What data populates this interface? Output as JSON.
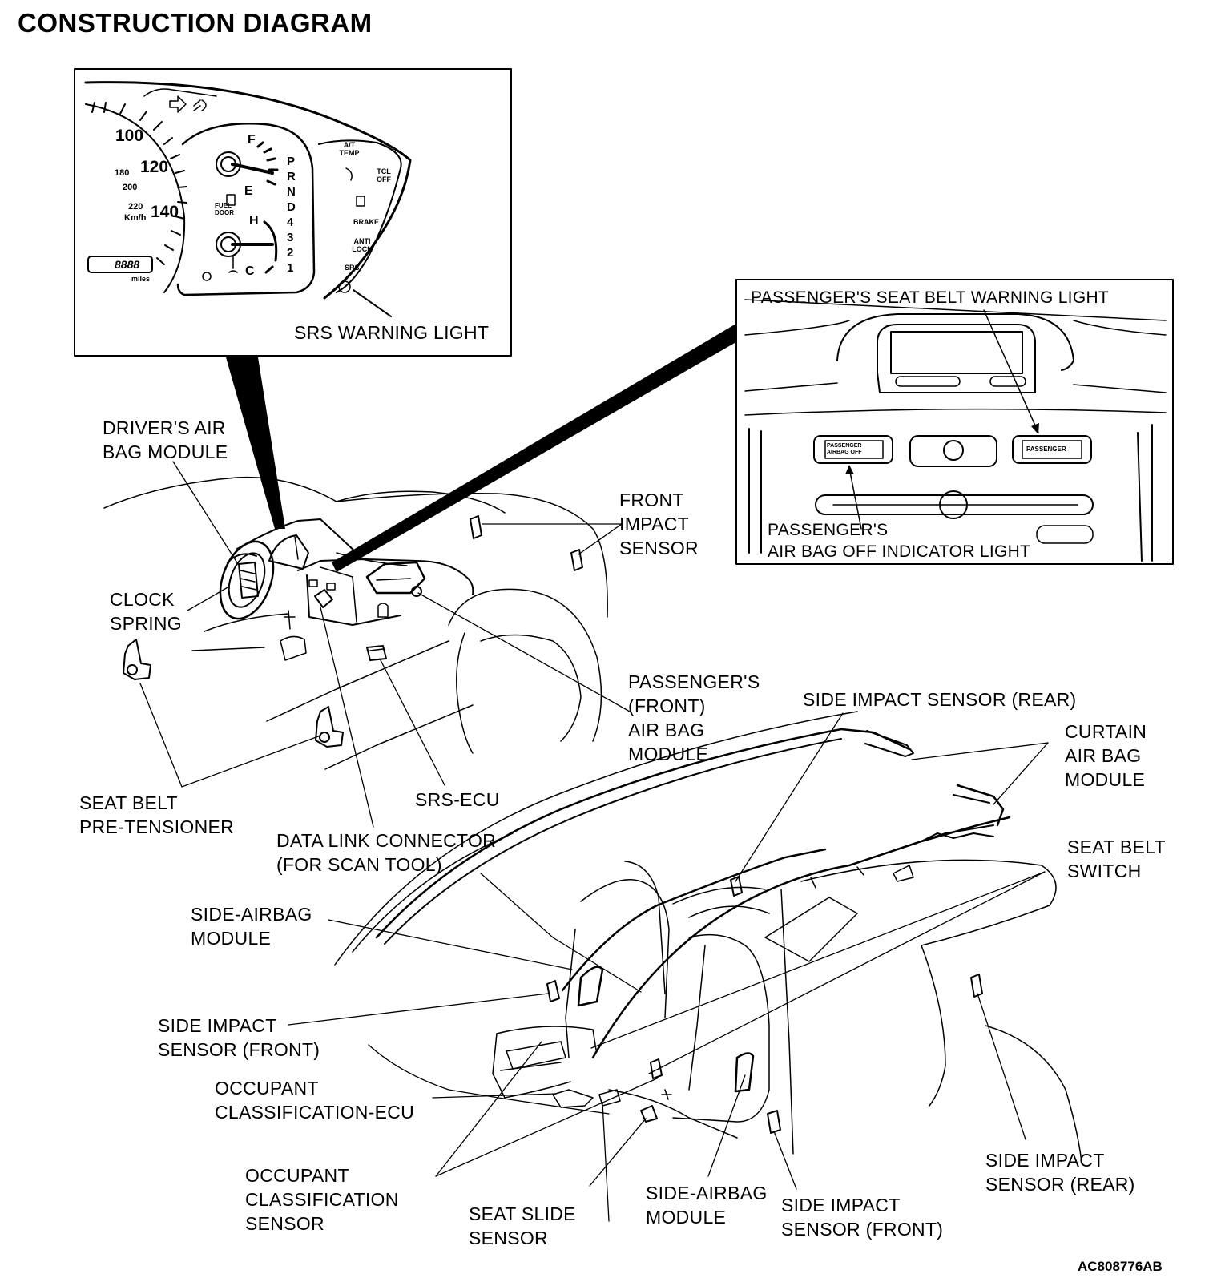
{
  "title": "CONSTRUCTION DIAGRAM",
  "figure_code": "AC808776AB",
  "cluster": {
    "speed_marks": [
      "100",
      "120",
      "140"
    ],
    "kmh_marks": [
      "180",
      "200",
      "220"
    ],
    "kmh_unit": "Km/h",
    "odometer": "8888",
    "odometer_unit": "miles",
    "fuel_marks": [
      "F",
      "E"
    ],
    "fuel_door": "FUEL DOOR",
    "temp_marks": [
      "H",
      "C"
    ],
    "gears": [
      "P",
      "R",
      "N",
      "D",
      "4",
      "3",
      "2",
      "1"
    ],
    "indicators": [
      "A/T TEMP",
      "TCL OFF",
      "BRAKE",
      "ANTI LOCK",
      "SRS"
    ]
  },
  "console": {
    "passenger_airbag_off_switch": "PASSENGER AIRBAG OFF",
    "passenger_belt_switch": "PASSENGER"
  },
  "labels": {
    "srs_warning_light": "SRS WARNING LIGHT",
    "passenger_seat_belt_warning": "PASSENGER'S SEAT BELT WARNING LIGHT",
    "passenger_airbag_off_indicator": [
      "PASSENGER'S",
      "AIR BAG OFF INDICATOR LIGHT"
    ],
    "drivers_airbag": [
      "DRIVER'S AIR",
      "BAG MODULE"
    ],
    "clock_spring": [
      "CLOCK",
      "SPRING"
    ],
    "front_impact_sensor": [
      "FRONT",
      "IMPACT",
      "SENSOR"
    ],
    "passengers_front_airbag": [
      "PASSENGER'S",
      "(FRONT)",
      "AIR BAG",
      "MODULE"
    ],
    "seat_belt_pretensioner": [
      "SEAT BELT",
      "PRE-TENSIONER"
    ],
    "data_link_connector": [
      "DATA LINK CONNECTOR",
      "(FOR SCAN TOOL)"
    ],
    "srs_ecu": "SRS-ECU",
    "side_impact_sensor_rear_top": "SIDE IMPACT SENSOR (REAR)",
    "curtain_airbag": [
      "CURTAIN",
      "AIR BAG",
      "MODULE"
    ],
    "seat_belt_switch": [
      "SEAT BELT",
      "SWITCH"
    ],
    "side_airbag_left": [
      "SIDE-AIRBAG",
      "MODULE"
    ],
    "side_impact_front_left": [
      "SIDE IMPACT",
      "SENSOR (FRONT)"
    ],
    "occupant_ecu": [
      "OCCUPANT",
      "CLASSIFICATION-ECU"
    ],
    "occupant_sensor": [
      "OCCUPANT",
      "CLASSIFICATION",
      "SENSOR"
    ],
    "seat_slide_sensor": [
      "SEAT SLIDE",
      "SENSOR"
    ],
    "side_airbag_bottom": [
      "SIDE-AIRBAG",
      "MODULE"
    ],
    "side_impact_front_bottom": [
      "SIDE IMPACT",
      "SENSOR (FRONT)"
    ],
    "side_impact_rear_bottom": [
      "SIDE IMPACT",
      "SENSOR (REAR)"
    ]
  }
}
